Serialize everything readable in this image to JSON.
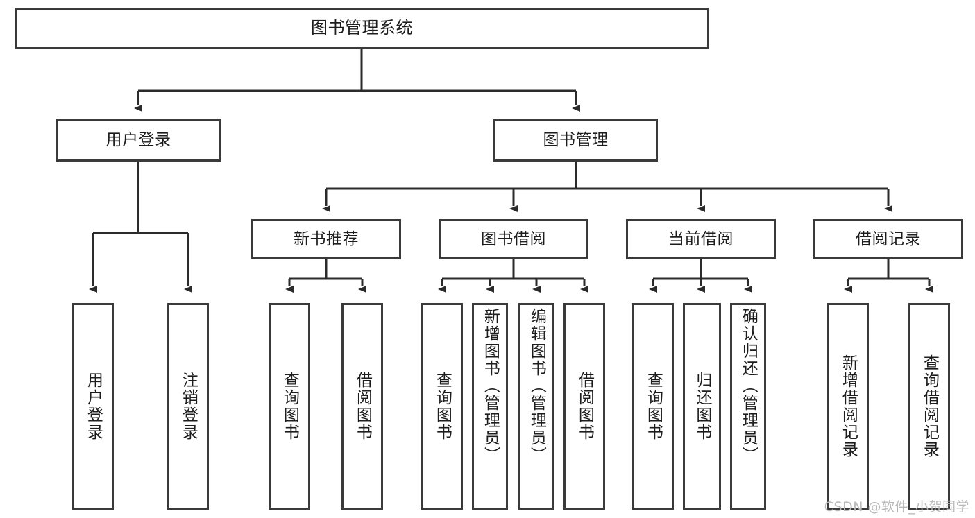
{
  "diagram": {
    "title": "图书管理系统",
    "type": "功能结构图",
    "watermark": "CSDN @软件_小贺同学",
    "style": {
      "border_color": "#3a3a3a",
      "fill_color": "#ffffff",
      "text_color": "#1d1d1d",
      "line_color": "#2b2b2b",
      "watermark_color": "#b9b9b9",
      "background": "#ffffff"
    },
    "nodes": {
      "root": {
        "label": "图书管理系统"
      },
      "level2": [
        {
          "label": "用户登录"
        },
        {
          "label": "图书管理"
        }
      ],
      "level3": [
        {
          "label": "新书推荐"
        },
        {
          "label": "图书借阅"
        },
        {
          "label": "当前借阅"
        },
        {
          "label": "借阅记录"
        }
      ],
      "leaves": {
        "user_login": [
          {
            "label": "用户登录"
          },
          {
            "label": "注销登录"
          }
        ],
        "new_book_recommend": [
          {
            "label": "查询图书"
          },
          {
            "label": "借阅图书"
          }
        ],
        "book_borrow": [
          {
            "label": "查询图书"
          },
          {
            "label": "新增图书（管理员）"
          },
          {
            "label": "编辑图书（管理员）"
          },
          {
            "label": "借阅图书"
          }
        ],
        "current_borrow": [
          {
            "label": "查询图书"
          },
          {
            "label": "归还图书"
          },
          {
            "label": "确认归还（管理员）"
          }
        ],
        "borrow_record": [
          {
            "label": "新增借阅记录"
          },
          {
            "label": "查询借阅记录"
          }
        ]
      }
    }
  }
}
